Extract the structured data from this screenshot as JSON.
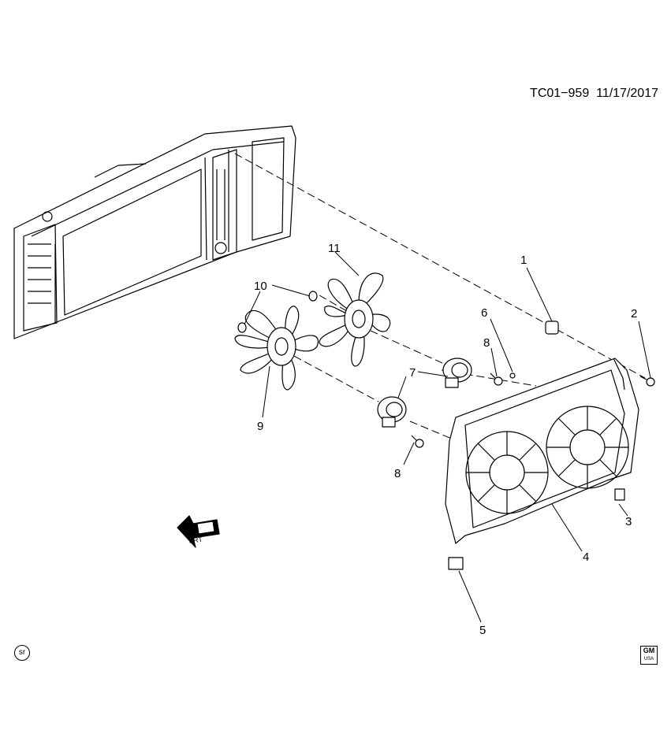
{
  "header": {
    "code": "TC01−959",
    "date": "11/17/2017"
  },
  "callouts": [
    {
      "id": "1",
      "label": "1"
    },
    {
      "id": "2",
      "label": "2"
    },
    {
      "id": "3",
      "label": "3"
    },
    {
      "id": "4",
      "label": "4"
    },
    {
      "id": "5",
      "label": "5"
    },
    {
      "id": "6",
      "label": "6"
    },
    {
      "id": "7",
      "label": "7"
    },
    {
      "id": "8a",
      "label": "8"
    },
    {
      "id": "8b",
      "label": "8"
    },
    {
      "id": "9",
      "label": "9"
    },
    {
      "id": "10",
      "label": "10"
    },
    {
      "id": "11",
      "label": "11"
    }
  ],
  "badges": {
    "sr": "sr",
    "gm_top": "GM",
    "gm_bottom": "USA"
  },
  "front_arrow": {
    "label": "FRT"
  }
}
